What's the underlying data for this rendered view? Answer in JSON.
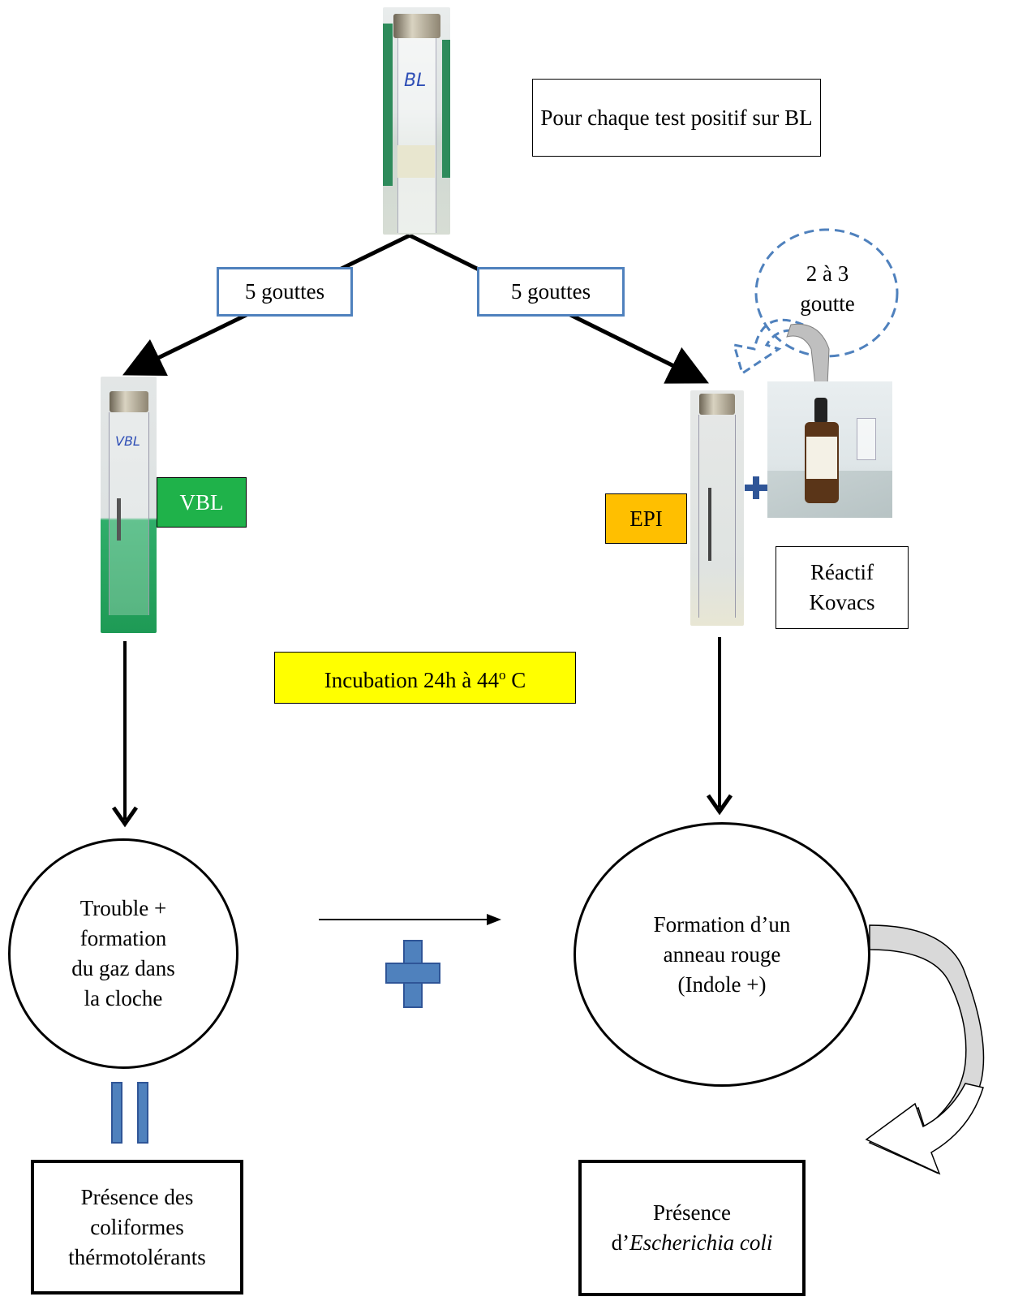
{
  "tubes": {
    "bl_label": "BL",
    "vbl_label": "VBL"
  },
  "note_top": "Pour chaque test positif sur BL",
  "drops_left": "5 gouttes",
  "drops_right": "5 gouttes",
  "reagent_drops": "2 à 3 goutte",
  "vbl_tag": "VBL",
  "epi_tag": "EPI",
  "reagent": "Réactif Kovacs",
  "incubation": {
    "text": "Incubation 24h à 44",
    "sup": "o",
    "unit": " C"
  },
  "result_left": "Trouble + formation du gaz dans la cloche",
  "result_right": "Formation d’un anneau rouge (Indole +)",
  "conclusion_left": "Présence des coliformes thérmotolérants",
  "conclusion_right": {
    "prefix": "Présence d’",
    "species": "Escherichia coli"
  },
  "colors": {
    "vbl_green": "#1fb24a",
    "epi_orange": "#ffbf00",
    "incubation_yellow": "#ffff00",
    "blue_box": "#4f81bd",
    "plus_blue": "#4f81bd"
  }
}
